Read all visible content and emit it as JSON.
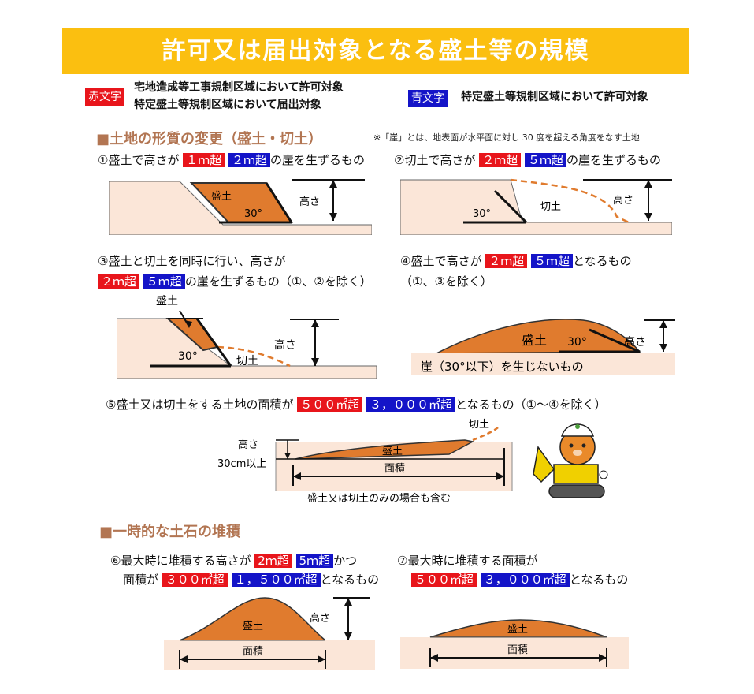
{
  "title": "許可又は届出対象となる盛土等の規模",
  "legend": {
    "red_tag": "赤文字",
    "red_line1": "宅地造成等工事規制区域において許可対象",
    "red_line2": "特定盛土等規制区域において届出対象",
    "blue_tag": "青文字",
    "blue_text": "特定盛土等規制区域において許可対象"
  },
  "section1": {
    "heading": "■土地の形質の変更（盛土・切土）",
    "note": "※「崖」とは、地表面が水平面に対し 30 度を超える角度をなす土地"
  },
  "section2": {
    "heading": "■一時的な土石の堆積"
  },
  "items": {
    "c1": {
      "pre": "①盛土で高さが",
      "red": "１ｍ超",
      "blue": "２ｍ超",
      "post": "の崖を生ずるもの"
    },
    "c2": {
      "pre": "②切土で高さが",
      "red": "２ｍ超",
      "blue": "５ｍ超",
      "post": "の崖を生ずるもの"
    },
    "c3": {
      "line1": "③盛土と切土を同時に行い、高さが",
      "red": "２ｍ超",
      "blue": "５ｍ超",
      "post": "の崖を生ずるもの（①、②を除く）"
    },
    "c4": {
      "pre": "④盛土で高さが",
      "red": "２ｍ超",
      "blue": "５ｍ超",
      "post": "となるもの",
      "line2": "（①、③を除く）"
    },
    "c5": {
      "pre": "⑤盛土又は切土をする土地の面積が",
      "red": "５００㎡超",
      "blue": "３，０００㎡超",
      "post": "となるもの（①～④を除く）"
    },
    "c6": {
      "pre": "⑥最大時に堆積する高さが",
      "red": "2ｍ超",
      "blue": "5ｍ超",
      "mid": "かつ",
      "line2pre": "面積が",
      "red2": "３００㎡超",
      "blue2": "１，５００㎡超",
      "post": "となるもの"
    },
    "c7": {
      "line1": "⑦最大時に堆積する面積が",
      "red": "５００㎡超",
      "blue": "３，０００㎡超",
      "post": "となるもの"
    }
  },
  "labels": {
    "morido": "盛土",
    "kirido": "切土",
    "height": "高さ",
    "angle": "30°",
    "area": "面積",
    "no_cliff": "崖（30°以下）を生じないもの",
    "h30": "30cm以上",
    "both": "盛土又は切土のみの場合も含む"
  },
  "colors": {
    "banner": "#fbbf10",
    "red": "#e8151b",
    "blue": "#1414c8",
    "fill": "#e07b2e",
    "ground": "#fbe6d8",
    "heading": "#b27552"
  }
}
